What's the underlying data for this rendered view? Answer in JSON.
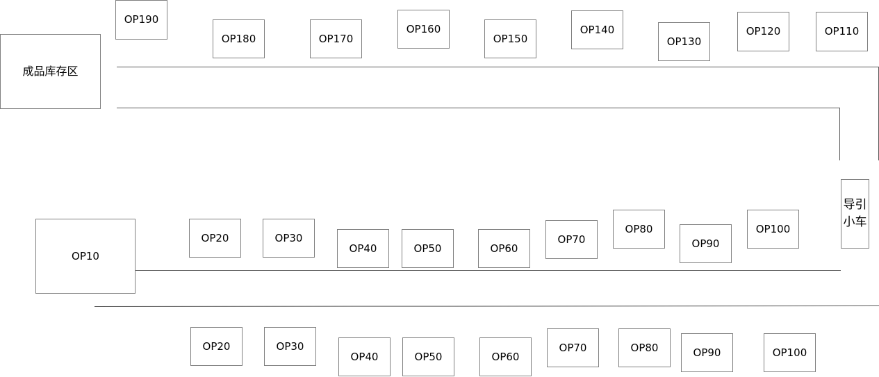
{
  "colors": {
    "border": "#7f7f7f",
    "line": "#595959",
    "text": "#000000",
    "background": "#ffffff"
  },
  "storage": {
    "label": "成品库存区"
  },
  "cart": {
    "line1": "导引",
    "line2": "小车"
  },
  "upper_row": [
    "OP190",
    "OP180",
    "OP170",
    "OP160",
    "OP150",
    "OP140",
    "OP130",
    "OP120",
    "OP110"
  ],
  "main_station": {
    "label": "OP10"
  },
  "middle_row": [
    "OP20",
    "OP30",
    "OP40",
    "OP50",
    "OP60",
    "OP70",
    "OP80",
    "OP90",
    "OP100"
  ],
  "bottom_row": [
    "OP20",
    "OP30",
    "OP40",
    "OP50",
    "OP60",
    "OP70",
    "OP80",
    "OP90",
    "OP100"
  ]
}
